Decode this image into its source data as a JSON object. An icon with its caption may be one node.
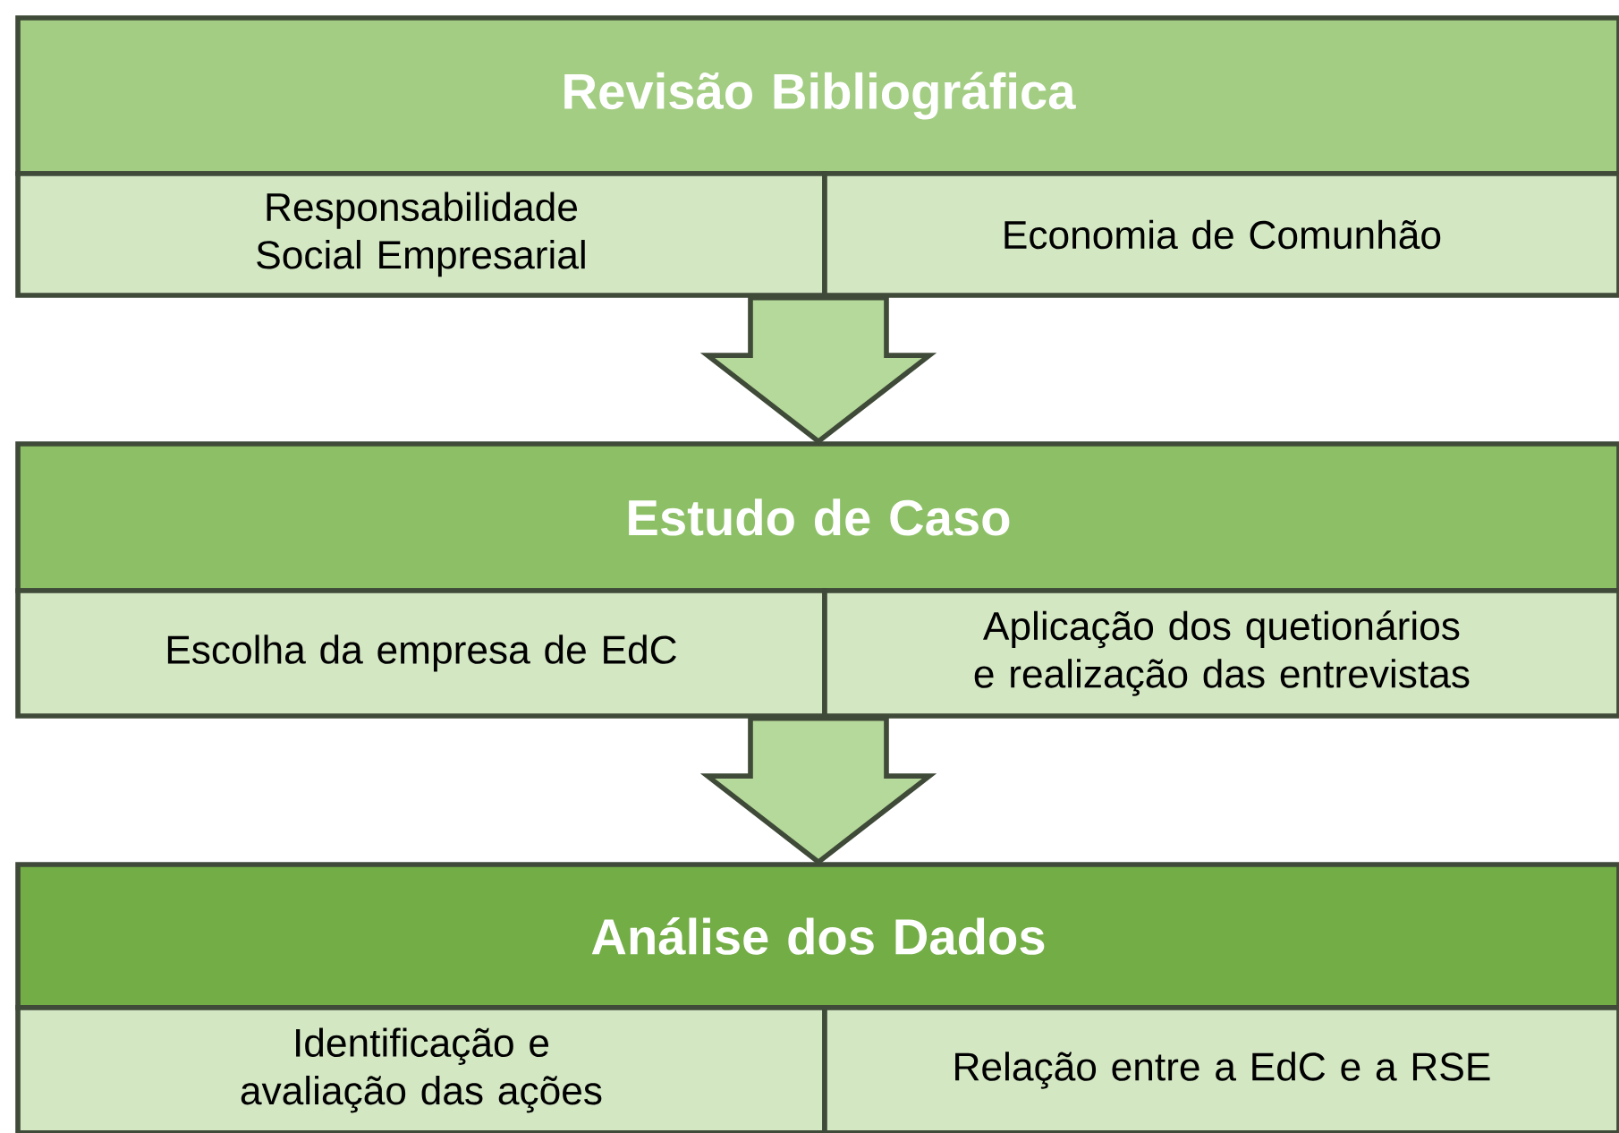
{
  "diagram": {
    "nodes": [
      {
        "text": [
          "Revisão Bibliográfica"
        ]
      },
      {
        "text": [
          "Responsabilidade Social Empresarial"
        ]
      },
      {
        "text": [
          "Economia de Comunhão"
        ]
      },
      {
        "text": [
          "Estudo de Caso"
        ]
      },
      {
        "text": [
          "Escolha da empresa de EdC"
        ]
      },
      {
        "text": [
          "Aplicação dos quetionários e realização das entrevistas"
        ]
      },
      {
        "text": [
          "Análise dos Dados"
        ]
      },
      {
        "text": [
          "Identificação e avaliação das ações"
        ]
      },
      {
        "text": [
          "Relação entre a EdC e a RSE"
        ]
      }
    ],
    "edges": [
      {
        "from": 0,
        "to": 3,
        "arrow": "to"
      },
      {
        "from": 3,
        "to": 6,
        "arrow": "to"
      }
    ]
  }
}
